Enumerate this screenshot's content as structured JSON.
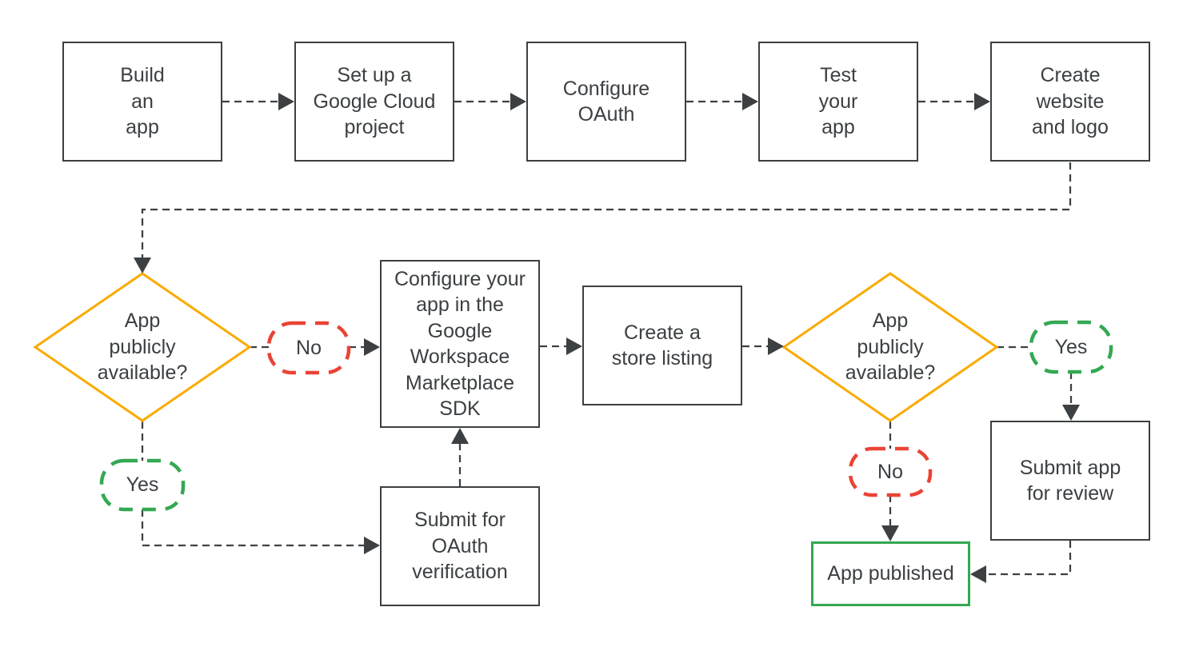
{
  "colors": {
    "ink": "#3C4043",
    "decision_yellow": "#F9AB00",
    "no_red": "#EA4335",
    "yes_green": "#34A853",
    "published_green": "#34A853",
    "background": "#FFFFFF"
  },
  "process_steps": {
    "build_app": "Build\nan\napp",
    "setup_project": "Set up a\nGoogle Cloud\nproject",
    "configure_oauth": "Configure\nOAuth",
    "test_app": "Test\nyour\napp",
    "create_website": "Create\nwebsite\nand logo",
    "configure_sdk": "Configure your\napp in the\nGoogle\nWorkspace\nMarketplace\nSDK",
    "store_listing": "Create a\nstore listing",
    "submit_review": "Submit app\nfor review",
    "submit_oauth": "Submit for\nOAuth\nverification",
    "app_published": "App published"
  },
  "decisions": {
    "decision_left": "App\npublicly\navailable?",
    "decision_right": "App\npublicly\navailable?"
  },
  "branch_labels": {
    "no_left": "No",
    "yes_left": "Yes",
    "yes_right": "Yes",
    "no_right": "No"
  }
}
